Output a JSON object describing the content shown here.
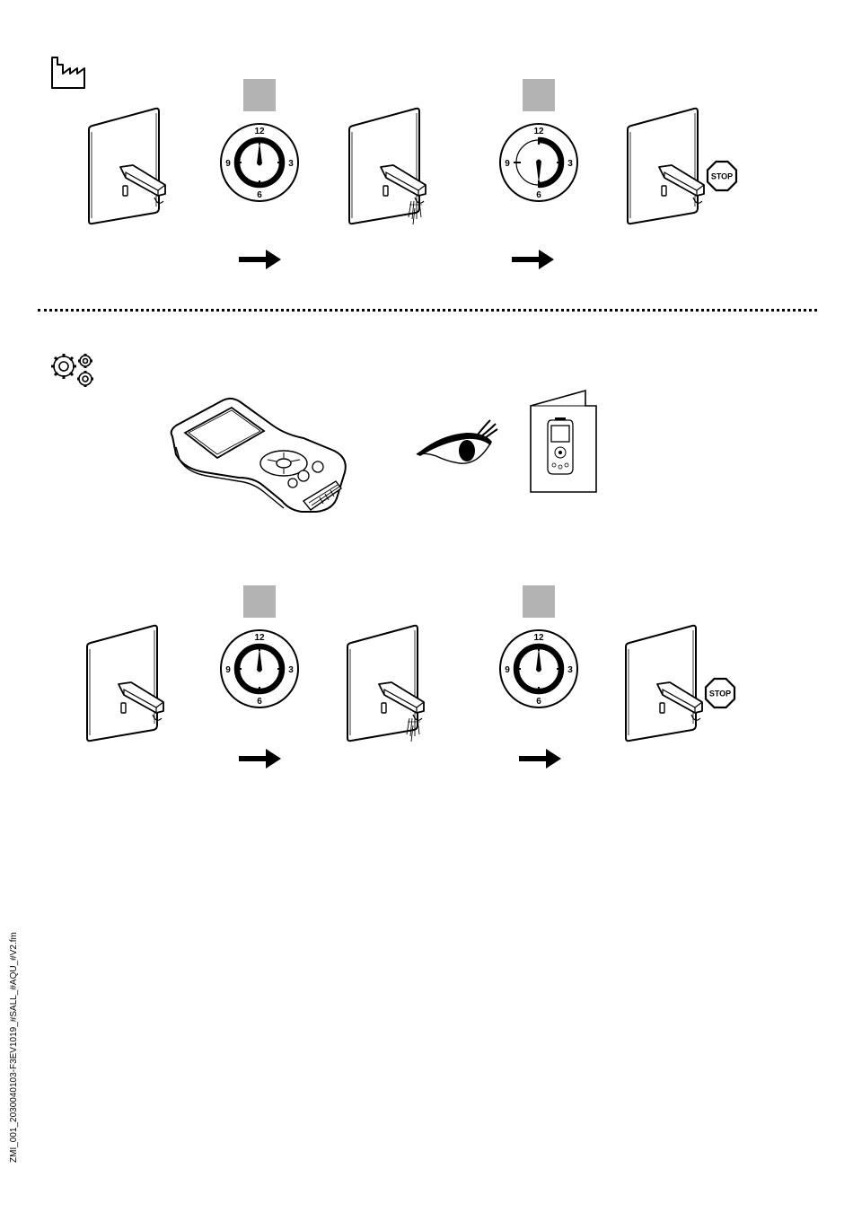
{
  "sections": {
    "factory": {
      "icon": "factory-icon"
    },
    "settings": {
      "icon": "gears-icon"
    }
  },
  "clock": {
    "n12": "12",
    "n3": "3",
    "n6": "6",
    "n9": "9"
  },
  "stop_label": "STOP",
  "footer": {
    "filename": "ZMI_001_2030040103-F3EV1019_#SALL_#AQU_#V2.fm"
  },
  "colors": {
    "grey_box": "#b3b3b3",
    "ink": "#000000"
  }
}
